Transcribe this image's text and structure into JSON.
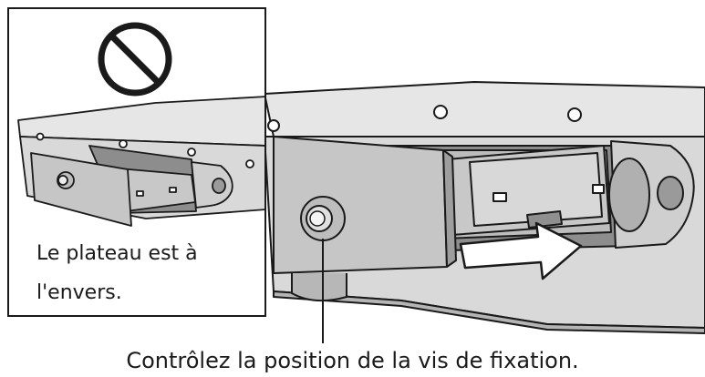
{
  "inset": {
    "caption_line1": "Le plateau est à",
    "caption_line2": "l'envers.",
    "prohibition_icon": "prohibited-icon"
  },
  "main": {
    "callout_caption": "Contrôlez la position de la vis de fixation.",
    "arrow_icon": "push-direction-arrow-icon"
  },
  "colors": {
    "outline": "#1a1a1a",
    "chassis_fill": "#dadada",
    "chassis_dark": "#a8a8a8",
    "tray_fill": "#c8c8c8",
    "arrow_fill": "#ffffff"
  }
}
